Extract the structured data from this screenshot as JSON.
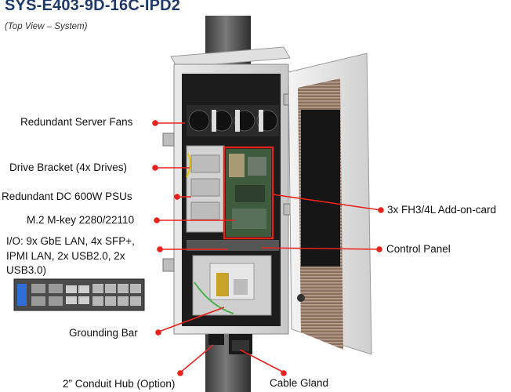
{
  "header": {
    "title": "SYS-E403-9D-16C-IPD2",
    "subtitle": "(Top View – System)"
  },
  "callouts": {
    "fans": "Redundant Server Fans",
    "drive_bracket": "Drive Bracket (4x Drives)",
    "psu": "Redundant DC 600W PSUs",
    "m2": "M.2 M-key 2280/22110",
    "io_line1": "I/O: 9x GbE LAN, 4x SFP+,",
    "io_line2": "IPMI LAN, 2x USB2.0, 2x",
    "io_line3": "USB3.0)",
    "grounding": "Grounding Bar",
    "conduit": "2” Conduit Hub (Option)",
    "cable_gland": "Cable Gland",
    "addon_card": "3x FH3/4L Add-on-card",
    "control_panel": "Control Panel"
  },
  "colors": {
    "title": "#1f3a68",
    "callout_line": "#e8231c",
    "highlight_box": "#d8241d"
  }
}
